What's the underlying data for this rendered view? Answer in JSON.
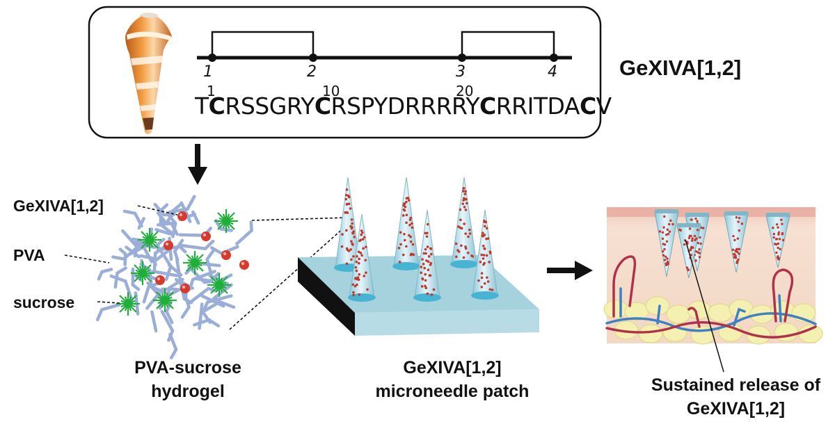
{
  "peptide": {
    "name": "GeXIVA[1,2]",
    "residues": [
      "T",
      "C",
      "R",
      "S",
      "S",
      "G",
      "R",
      "Y",
      "C",
      "R",
      "S",
      "P",
      "Y",
      "D",
      "R",
      "R",
      "R",
      "R",
      "Y",
      "C",
      "R",
      "R",
      "I",
      "T",
      "D",
      "A",
      "C",
      "V"
    ],
    "bold_residue_positions": [
      2,
      9,
      20,
      27
    ],
    "position_markers": [
      "1",
      "10",
      "20"
    ],
    "cysteine_labels": [
      "1",
      "2",
      "3",
      "4"
    ]
  },
  "hydrogel": {
    "labels": {
      "drug": "GeXIVA[1,2]",
      "polymer": "PVA",
      "sugar": "sucrose"
    },
    "caption_line1": "PVA-sucrose",
    "caption_line2": "hydrogel"
  },
  "patch": {
    "caption_line1": "GeXIVA[1,2]",
    "caption_line2": "microneedle patch"
  },
  "skin": {
    "caption_line1": "Sustained release of",
    "caption_line2": "GeXIVA[1,2]"
  },
  "colors": {
    "network": "#9aaed8",
    "sucrose": "#1fae3a",
    "drug_bead": "#d63a2c",
    "needle": "#a9d8e6",
    "patch_top": "#a6d2dd",
    "skin": "#f3dccd",
    "artery": "#b0324a",
    "vein": "#3f7fc3"
  }
}
